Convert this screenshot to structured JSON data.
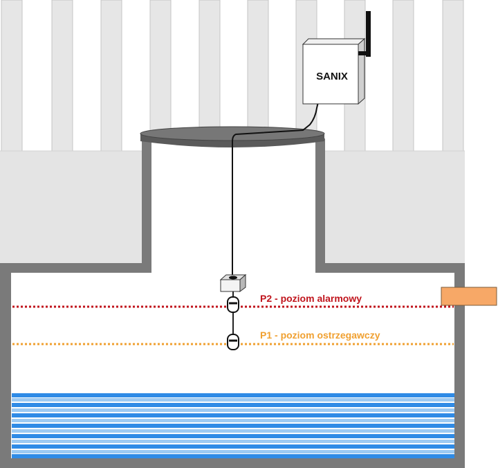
{
  "device": {
    "label": "SANIX"
  },
  "levels": {
    "p2": {
      "label": "P2 - poziom alarmowy",
      "color": "#c0141c"
    },
    "p1": {
      "label": "P1 - poziom ostrzegawczy",
      "color": "#f0a030"
    }
  },
  "colors": {
    "ground": "#e4e4e4",
    "fence": "#e6e6e6",
    "tank_wall": "#7a7a7a",
    "lid": "#6e6e6e",
    "water_dark": "#2f8be6",
    "water_light": "#9dcaf2",
    "inlet_pipe": "#f7a867"
  }
}
